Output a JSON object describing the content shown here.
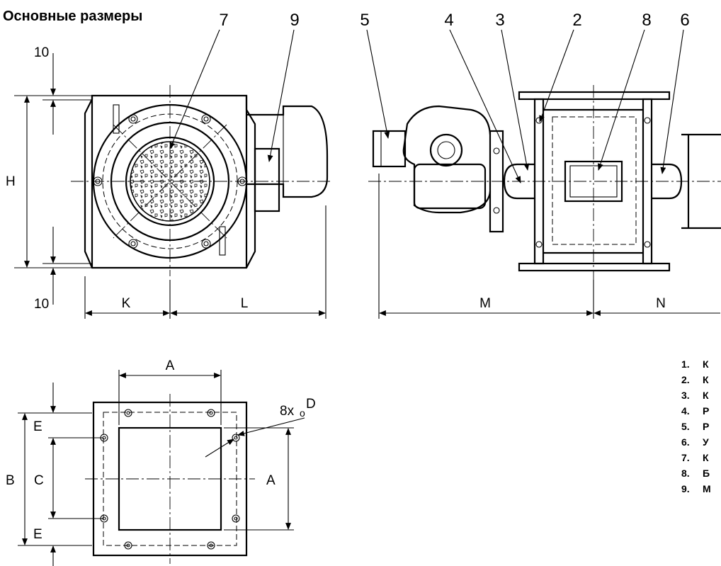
{
  "title": "Основные размеры",
  "callouts": [
    "7",
    "9",
    "5",
    "4",
    "3",
    "2",
    "8",
    "6"
  ],
  "dimensions": {
    "top_gap": "10",
    "bottom_gap": "10",
    "H": "H",
    "K": "K",
    "L": "L",
    "M": "M",
    "N": "N",
    "A_top": "A",
    "A_side": "A",
    "B": "B",
    "C": "C",
    "E_top": "E",
    "E_bottom": "E",
    "holes": "8x",
    "hole_symbol": "o",
    "D": "D"
  },
  "legend": [
    {
      "num": "1.",
      "text": "К"
    },
    {
      "num": "2.",
      "text": "К"
    },
    {
      "num": "3.",
      "text": "К"
    },
    {
      "num": "4.",
      "text": "Р"
    },
    {
      "num": "5.",
      "text": "Р"
    },
    {
      "num": "6.",
      "text": "У"
    },
    {
      "num": "7.",
      "text": "К"
    },
    {
      "num": "8.",
      "text": "Б"
    },
    {
      "num": "9.",
      "text": "М"
    }
  ]
}
